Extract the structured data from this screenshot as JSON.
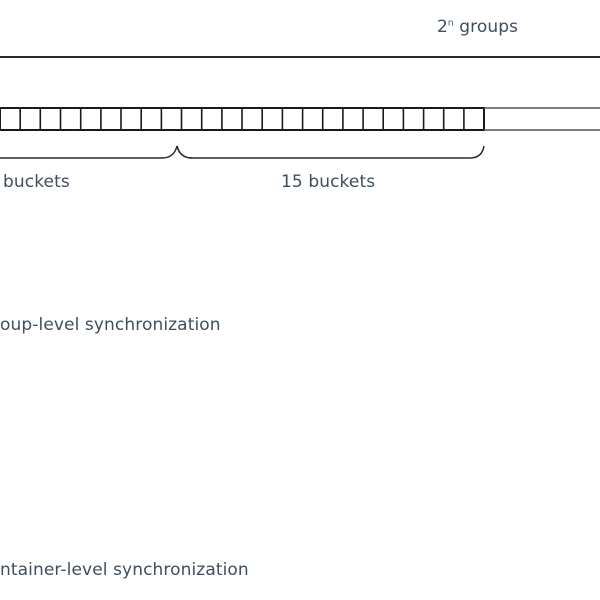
{
  "groups_label": {
    "base": "2",
    "exponent": "n",
    "suffix": " groups"
  },
  "bucket_labels": {
    "left": "buckets",
    "right": "15 buckets"
  },
  "sync_labels": {
    "group_level": "oup-level synchronization",
    "container_level": "ntainer-level synchronization"
  },
  "colors": {
    "line": "#1a1a1a",
    "text": "#3e4e60",
    "light_line": "#b0b0b0"
  }
}
